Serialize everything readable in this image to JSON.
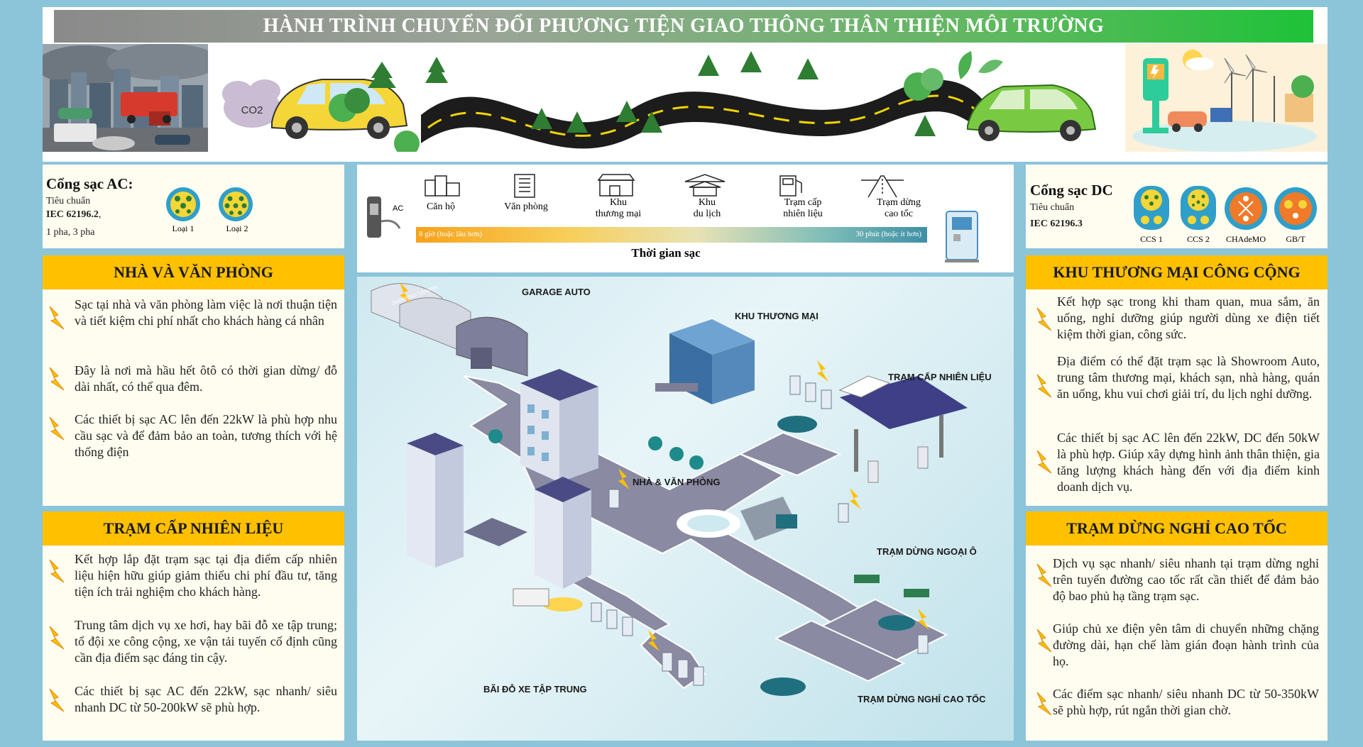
{
  "title": "HÀNH TRÌNH CHUYỂN ĐỔI PHƯƠNG TIỆN GIAO THÔNG THÂN THIỆN MÔI TRƯỜNG",
  "banner": {
    "co2_label": "CO2"
  },
  "ac_box": {
    "heading": "Cổng sạc AC:",
    "line1": "Tiêu chuẩn",
    "standard": "IEC 62196.2",
    "standard_suffix": ",",
    "line3": "1 pha, 3 pha",
    "types": [
      "Loại 1",
      "Loại 2"
    ]
  },
  "dc_box": {
    "heading": "Cổng sạc DC",
    "line1": "Tiêu chuẩn",
    "standard": "IEC 62196.3",
    "types": [
      "CCS 1",
      "CCS 2",
      "CHAdeMO",
      "GB/T"
    ]
  },
  "timeline": {
    "ac_label": "AC",
    "locations": [
      {
        "line1": "Căn hộ",
        "line2": ""
      },
      {
        "line1": "Văn phòng",
        "line2": ""
      },
      {
        "line1": "Khu",
        "line2": "thương mại"
      },
      {
        "line1": "Khu",
        "line2": "du lịch"
      },
      {
        "line1": "Trạm cấp",
        "line2": "nhiên liệu"
      },
      {
        "line1": "Trạm dừng",
        "line2": "cao tốc"
      }
    ],
    "slow_label": "8 giờ (hoặc lâu hơn)",
    "fast_label": "30 phút (hoặc ít hơn)",
    "axis_title": "Thời gian sạc"
  },
  "left_sections": [
    {
      "heading": "NHÀ VÀ VĂN PHÒNG",
      "bullets": [
        "Sạc tại nhà và văn phòng làm việc là nơi thuận tiện và tiết kiệm chi phí nhất cho khách hàng cá nhân",
        "Đây là nơi mà hầu hết ôtô có thời gian dừng/ đỗ dài nhất, có thể qua đêm.",
        "Các thiết bị sạc AC lên đến 22kW là phù hợp nhu cầu sạc và để đảm bảo an toàn, tương thích với hệ thống điện"
      ]
    },
    {
      "heading": "TRẠM CẤP NHIÊN LIỆU",
      "bullets": [
        "Kết hợp lắp đặt trạm sạc tại địa điểm cấp nhiên liệu hiện hữu giúp giảm thiểu chi phí đầu tư, tăng tiện ích trải nghiệm cho khách hàng.",
        "Trung tâm dịch vụ xe hơi, hay bãi đỗ xe tập trung; tổ đội xe công cộng, xe vận tải tuyến cố định cũng cần địa điểm sạc đáng tin cậy.",
        "Các thiết bị sạc AC đến 22kW, sạc nhanh/ siêu nhanh DC từ 50-200kW sẽ phù hợp."
      ]
    }
  ],
  "right_sections": [
    {
      "heading": "KHU THƯƠNG MẠI CÔNG CỘNG",
      "bullets": [
        "Kết hợp sạc trong khi tham quan, mua sắm, ăn uống, nghỉ dưỡng giúp người dùng xe điện tiết kiệm thời gian, công sức.",
        "Địa điểm có thể đặt trạm sạc là Showroom Auto, trung tâm thương mại, khách sạn, nhà hàng, quán ăn uống, khu vui chơi giải trí, du lịch nghỉ dưỡng.",
        "Các thiết bị sạc AC lên đến 22kW, DC đến 50kW là phù hợp. Giúp xây dựng hình ảnh thân thiện, gia tăng lượng khách hàng đến với địa điểm kinh doanh dịch vụ."
      ]
    },
    {
      "heading": "TRẠM DỪNG NGHỈ CAO TỐC",
      "bullets": [
        "Dịch vụ sạc nhanh/ siêu nhanh tại trạm dừng nghỉ trên tuyến đường cao tốc rất cần thiết để đảm bảo độ bao phủ hạ tầng trạm sạc.",
        "Giúp chủ xe điện yên tâm di chuyển những chặng đường dài, hạn chế làm gián đoạn hành trình của họ.",
        "Các điểm sạc nhanh/ siêu nhanh DC từ 50-350kW sẽ phù hợp, rút ngắn thời gian chờ."
      ]
    }
  ],
  "map_labels": {
    "garage": "GARAGE AUTO",
    "commercial": "KHU THƯƠNG MẠI",
    "fuel": "TRẠM CẤP NHIÊN LIỆU",
    "home_office": "NHÀ & VĂN PHÒNG",
    "outdoor": "TRẠM DỪNG NGOẠI Ô",
    "parking": "BÃI ĐỖ XE TẬP TRUNG",
    "highway": "TRẠM DỪNG NGHỈ CAO TỐC",
    "shopping": "SHOPPING CENTER"
  },
  "colors": {
    "heading_bg": "#ffc000",
    "panel_bg": "#fffdf0",
    "page_bg": "#8cc4d9",
    "bolt": "#ffc000"
  }
}
